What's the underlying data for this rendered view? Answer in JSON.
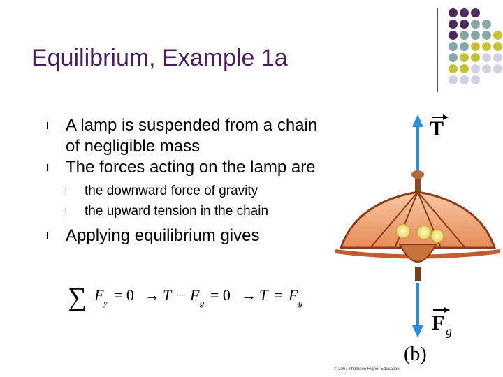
{
  "slide": {
    "title": "Equilibrium, Example 1a",
    "bullets": [
      {
        "bullet_glyph": "l",
        "text": "A lamp is suspended from a chain of negligible mass"
      },
      {
        "bullet_glyph": "l",
        "text": "The forces acting on the lamp are"
      },
      {
        "bullet_glyph": "l",
        "text": "the downward force of gravity"
      },
      {
        "bullet_glyph": "l",
        "text": "the upward tension in the chain"
      },
      {
        "bullet_glyph": "l",
        "text": "Applying equilibrium gives"
      }
    ],
    "equation": {
      "sum": "∑",
      "f": "F",
      "sub_y": "y",
      "eq0": "= 0",
      "arrow": "→",
      "t": "T",
      "minus": "−",
      "sub_g": "g",
      "eq": "="
    },
    "figure": {
      "tension_label": "T",
      "gravity_label": "F",
      "gravity_sub": "g",
      "panel_label": "(b)",
      "copyright": "© 2007 Thomson Higher Education"
    }
  },
  "colors": {
    "title": "#4a1d5e",
    "arrow": "#2b8fd8",
    "dot_purple": "#4f2a5f",
    "dot_teal": "#8aa6a6",
    "dot_olive": "#c6c13a",
    "dot_lavender": "#d4d2e2"
  }
}
